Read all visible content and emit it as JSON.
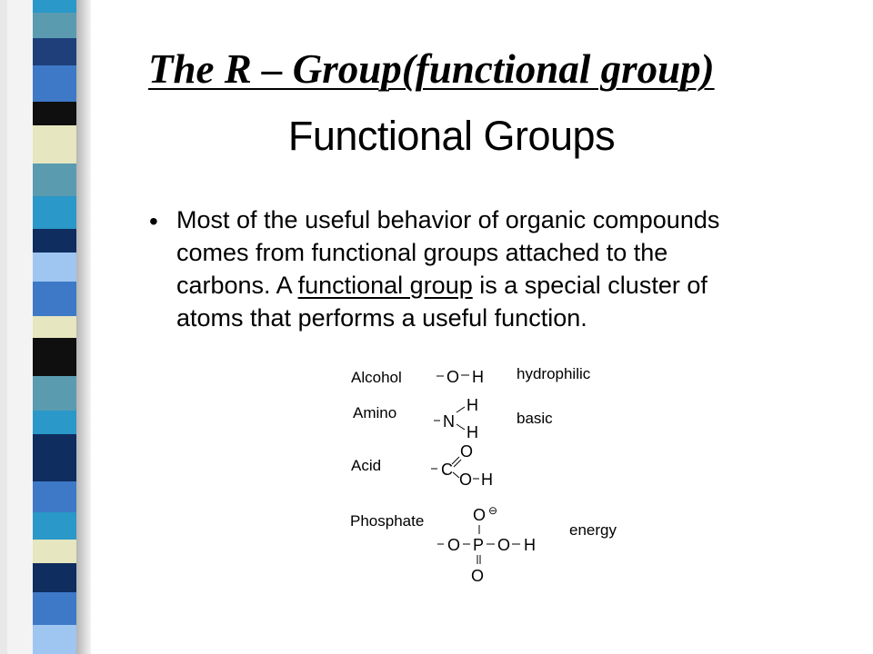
{
  "title": "The R – Group(functional group)",
  "subtitle": "Functional Groups",
  "bullet": {
    "part1": "Most of the useful behavior of organic compounds comes from functional groups attached to the carbons.  A ",
    "term": "functional group",
    "part2": " is a special cluster of atoms that performs a useful function."
  },
  "groups": {
    "alcohol": {
      "name": "Alcohol",
      "property": "hydrophilic"
    },
    "amino": {
      "name": "Amino",
      "property": "basic"
    },
    "acid": {
      "name": "Acid"
    },
    "phosphate": {
      "name": "Phosphate",
      "property": "energy"
    }
  },
  "atoms": {
    "alcohol_o": "O",
    "alcohol_h": "H",
    "amino_n": "N",
    "amino_h1": "H",
    "amino_h2": "H",
    "acid_c": "C",
    "acid_o1": "O",
    "acid_o2": "O",
    "acid_h": "H",
    "phos_o_top": "O",
    "phos_charge": "⊖",
    "phos_o_left": "O",
    "phos_p": "P",
    "phos_o_right": "O",
    "phos_h": "H",
    "phos_o_bottom": "O"
  },
  "colors": {
    "text": "#000000",
    "strip_palette": [
      "#1f3f7a",
      "#3e79c8",
      "#5a9bb0",
      "#e6e6c0",
      "#0f0f0f",
      "#9ec6f0",
      "#0f2d5e",
      "#2a98c8"
    ]
  }
}
